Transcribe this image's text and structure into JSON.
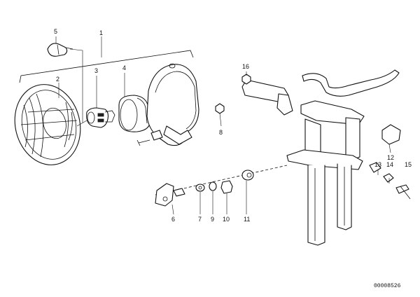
{
  "callouts": [
    "1",
    "2",
    "3",
    "4",
    "5",
    "6",
    "7",
    "8",
    "9",
    "10",
    "11",
    "12",
    "13",
    "14",
    "15",
    "16"
  ],
  "diagram_code": "00008526"
}
